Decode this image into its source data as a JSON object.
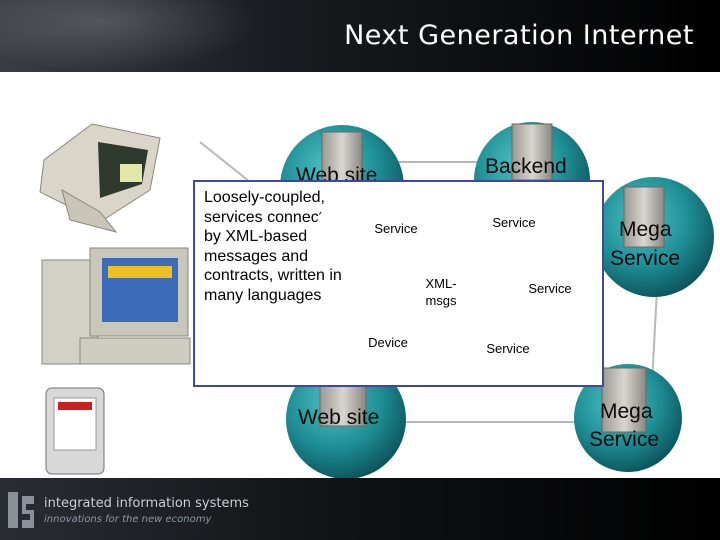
{
  "title": "Next Generation Internet",
  "nodes": {
    "web_site_top": "Web site",
    "backend": "Backend",
    "mega_service_right": [
      "Mega",
      "Service"
    ],
    "web_site_bottom": "Web site",
    "mega_service_bottom": [
      "Mega",
      "Service"
    ]
  },
  "callout": {
    "text": "Loosely-coupled, services connected by XML-based messages and contracts, written in many languages",
    "labels": {
      "service_a": "Service",
      "service_b": "Service",
      "xml_msgs": "XML-msgs",
      "service_c": "Service",
      "device": "Device",
      "service_d": "Service"
    }
  },
  "footer": {
    "brand": "integrated information systems",
    "tagline": "innovations for the new economy"
  },
  "colors": {
    "node_teal": "#1f8f96",
    "callout_border": "#3b4aa0",
    "header_bg": "#000000"
  }
}
